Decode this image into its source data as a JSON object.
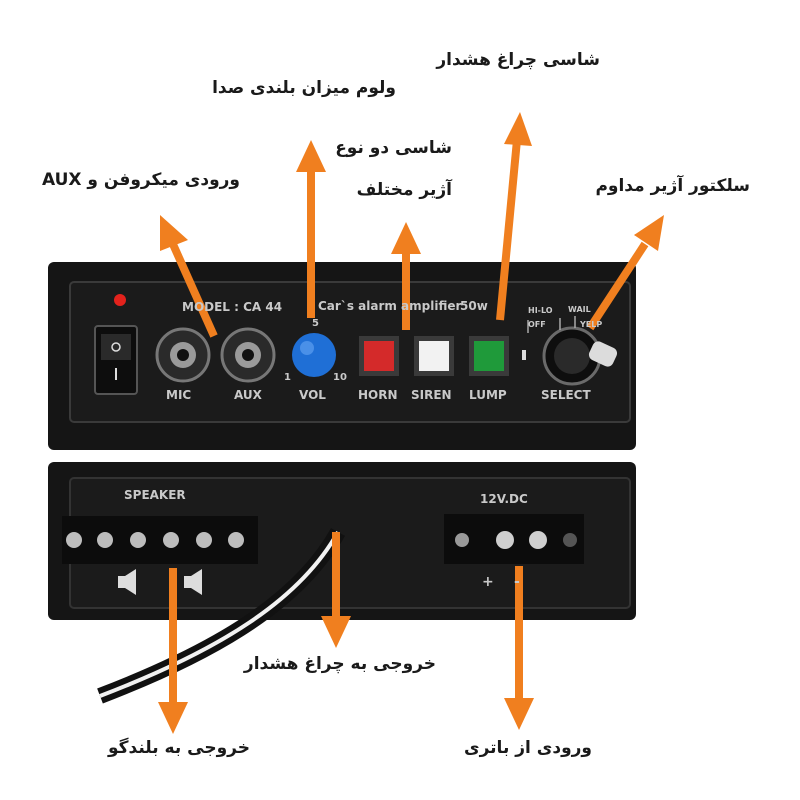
{
  "annotations": {
    "volume": "ولوم میزان بلندی صدا",
    "alarm_lamp_switch": "شاسی چراغ هشدار",
    "two_siren_switch_line1": "شاسی دو نوع",
    "two_siren_switch_line2": "آژیر مختلف",
    "mic_aux_input": "ورودی میکروفن و AUX",
    "continuous_selector": "سلکتور آژیر مداوم",
    "lamp_output": "خروجی به چراغ هشدار",
    "speaker_output": "خروجی به بلندگو",
    "battery_input": "ورودی از باتری"
  },
  "front_panel": {
    "model": "MODEL : CA 44",
    "title": "Car`s alarm amplifier",
    "power": "50w",
    "jack_labels": [
      "MIC",
      "AUX"
    ],
    "vol_label": "VOL",
    "vol_scale": [
      "5",
      "1",
      "10"
    ],
    "buttons": [
      {
        "label": "HORN",
        "color": "#d42a2a"
      },
      {
        "label": "SIREN",
        "color": "#f2f2f2"
      },
      {
        "label": "LUMP",
        "color": "#1f9a3a"
      }
    ],
    "select_label": "SELECT",
    "selector_positions": [
      "HI-LO",
      "WAIL",
      "OFF",
      "YELP"
    ]
  },
  "back_panel": {
    "speaker_label": "SPEAKER",
    "power_label": "12V.DC",
    "polarity": [
      "+",
      "-"
    ]
  },
  "colors": {
    "arrow": "#f07f1f",
    "panel": "#161616",
    "panel_text": "#c9c9c9",
    "vol_knob": "#1f6fd6"
  }
}
